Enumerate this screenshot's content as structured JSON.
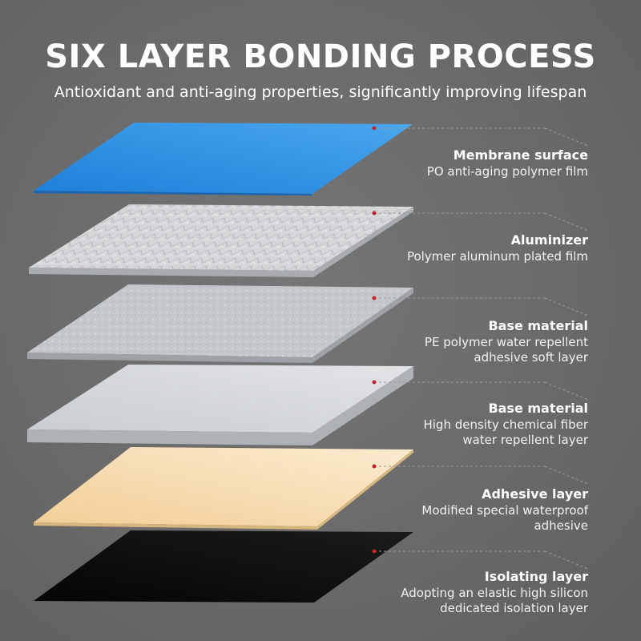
{
  "title": "SIX LAYER BONDING PROCESS",
  "subtitle": "Antioxidant and anti-aging properties, significantly improving lifespan",
  "colors": {
    "background": "#6b6b6b",
    "marker": "#c0262c",
    "leader_line": "#9a9a9a"
  },
  "layers": [
    {
      "name": "Membrane surface",
      "desc": [
        "PO anti-aging polymer film"
      ],
      "color": "#2f8fe0"
    },
    {
      "name": "Aluminizer",
      "desc": [
        "Polymer aluminum plated film"
      ],
      "color": "#d6d8da"
    },
    {
      "name": "Base material",
      "desc": [
        "PE polymer water repellent",
        "adhesive soft layer"
      ],
      "color": "#c3c7cb"
    },
    {
      "name": "Base material",
      "desc": [
        "High density chemical fiber",
        "water repellent layer"
      ],
      "color": "#d3d6d9"
    },
    {
      "name": "Adhesive layer",
      "desc": [
        "Modified special waterproof",
        "adhesive"
      ],
      "color": "#f6dcae"
    },
    {
      "name": "Isolating layer",
      "desc": [
        "Adopting an elastic high silicon",
        "dedicated isolation layer"
      ],
      "color": "#0c0c0c"
    }
  ]
}
